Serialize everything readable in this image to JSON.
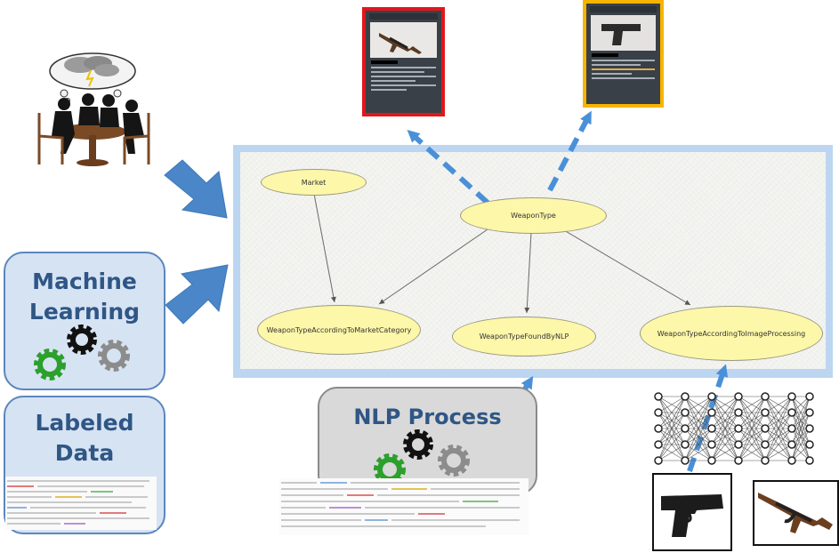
{
  "nodes": {
    "market": "Market",
    "weapon_type": "WeaponType",
    "by_market_category": "WeaponTypeAccordingToMarketCategory",
    "by_nlp": "WeaponTypeFoundByNLP",
    "by_image_processing": "WeaponTypeAccordingToImageProcessing"
  },
  "panels": {
    "machine_learning": [
      "Machine",
      "Learning"
    ],
    "labeled_data": [
      "Labeled",
      "Data"
    ],
    "nlp_process": "NLP Process"
  },
  "colors": {
    "arrow_blue": "#4a86c8",
    "dashed_blue": "#4a90d9",
    "panel_fill": "#d6e3f3",
    "panel_text": "#2f5685",
    "node_fill": "#fdf7a9",
    "frame_blue": "#bcd6f1",
    "listing_red": "#e2161b",
    "listing_gold": "#f7b400",
    "gear_green": "#2ca02c",
    "gear_black": "#111111",
    "gear_gray": "#8c8c8c"
  },
  "icons": [
    "people-meeting-illustration",
    "gear-icon",
    "neural-network-icon",
    "pistol-image",
    "rifle-image"
  ]
}
